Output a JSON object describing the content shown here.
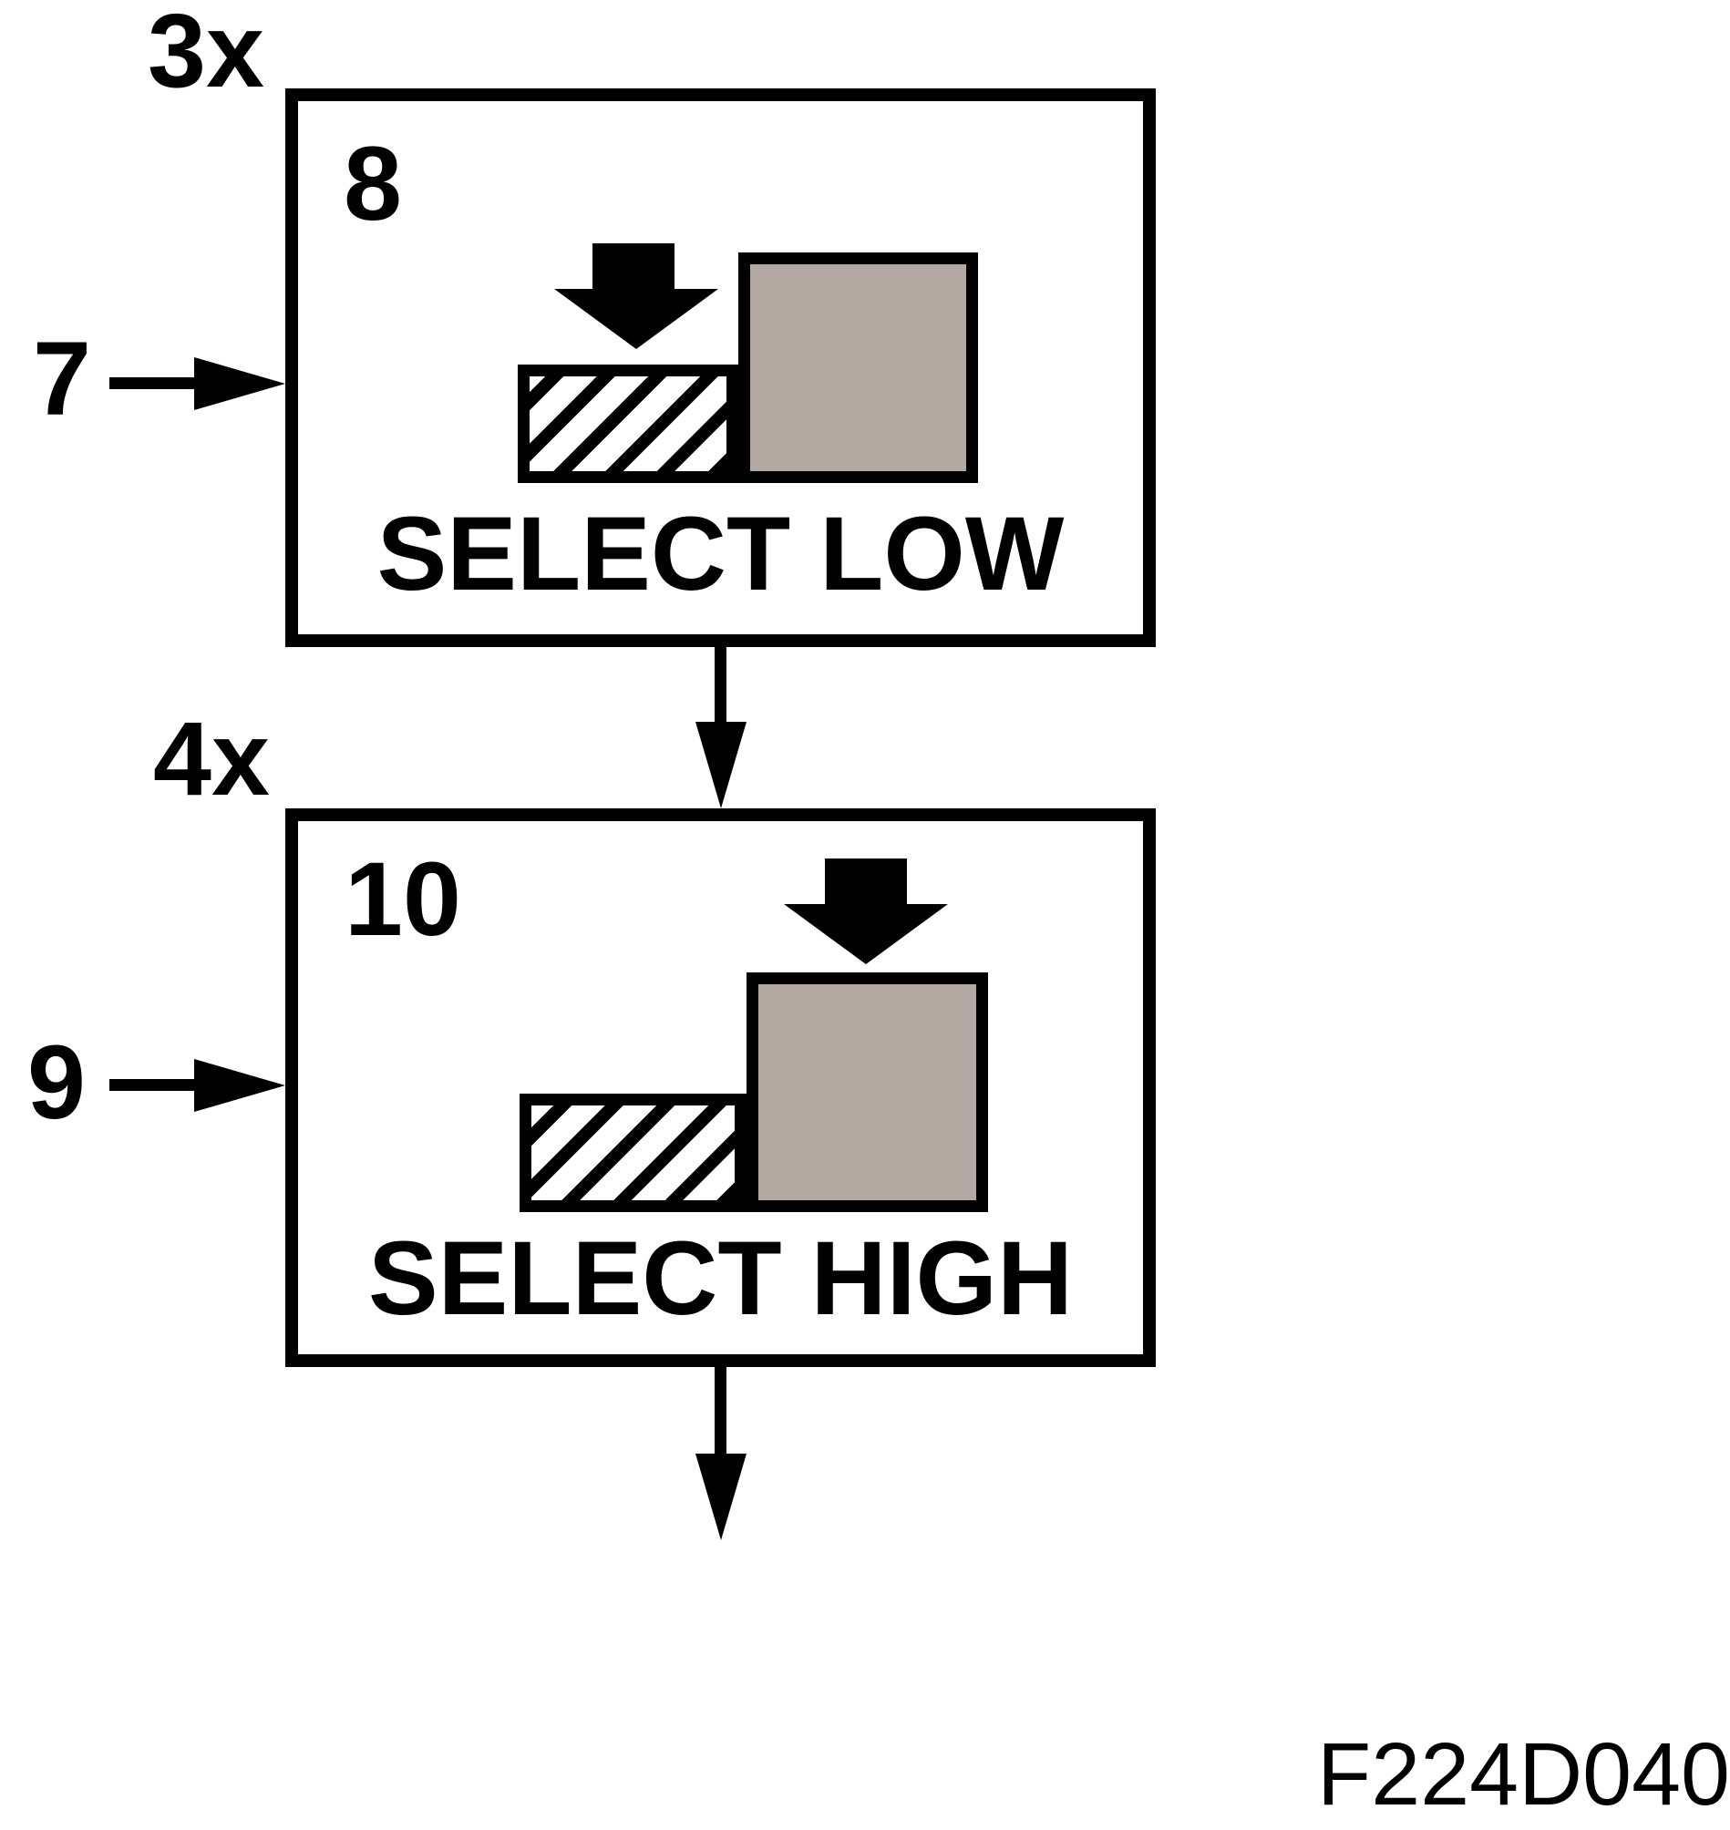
{
  "figure_code": "F224D040",
  "panels": [
    {
      "multiplier": "3x",
      "callout": "7",
      "step": "8",
      "caption": "SELECT LOW"
    },
    {
      "multiplier": "4x",
      "callout": "9",
      "step": "10",
      "caption": "SELECT HIGH"
    }
  ],
  "colors": {
    "line": "#000000",
    "block_fill": "#b4a8a2",
    "background": "#ffffff"
  }
}
